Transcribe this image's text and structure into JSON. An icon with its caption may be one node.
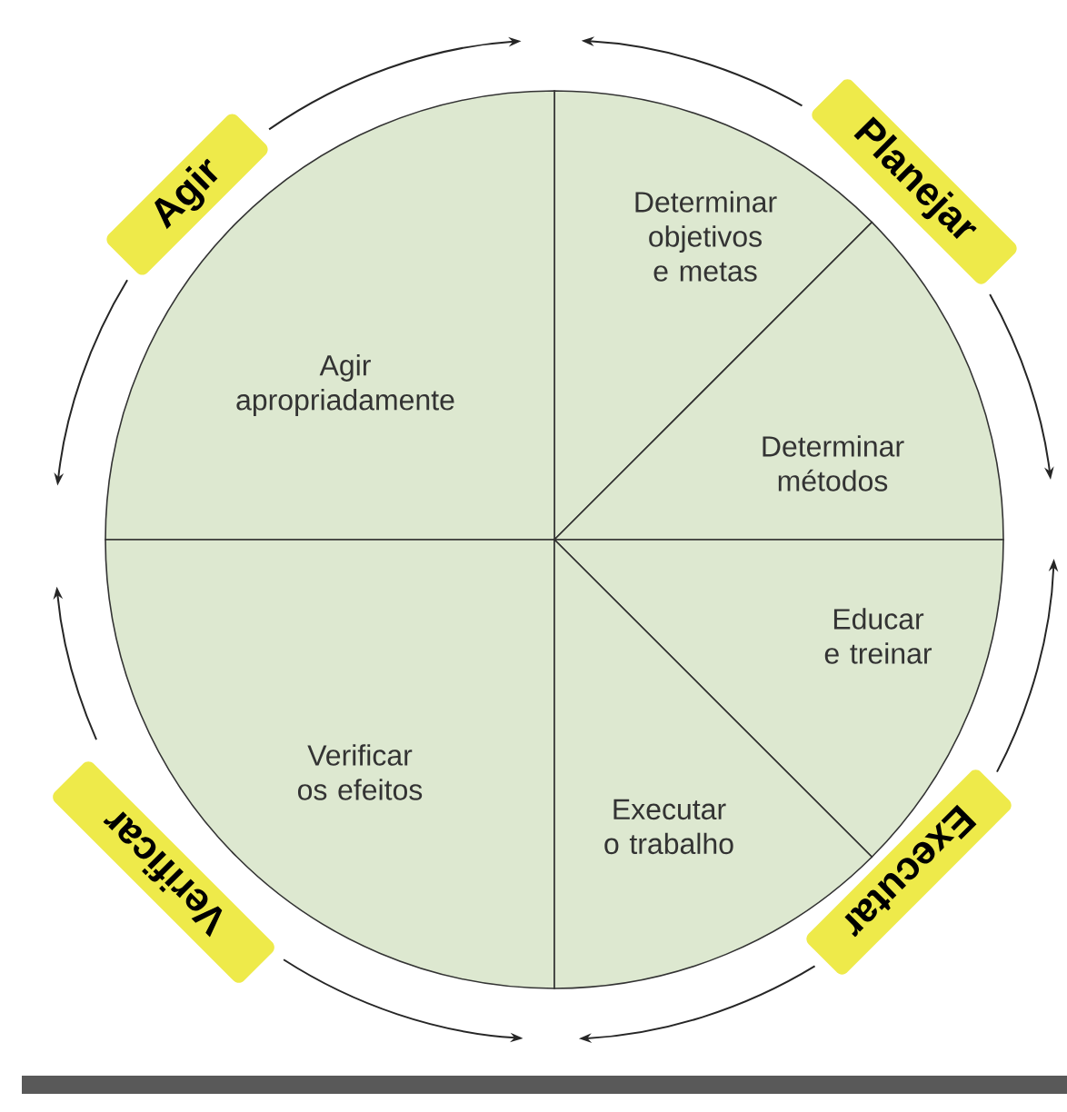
{
  "diagram": {
    "nodes": [
      {
        "text": [
          "Agir"
        ]
      },
      {
        "text": [
          "Planejar"
        ]
      },
      {
        "text": [
          "Determinar objetivos e metas"
        ]
      },
      {
        "text": [
          "Agir apropriadamente"
        ]
      },
      {
        "text": [
          "Determinar métodos"
        ]
      },
      {
        "text": [
          "Educar e treinar"
        ]
      },
      {
        "text": [
          "Verificar os efeitos"
        ]
      },
      {
        "text": [
          "Executar o trabalho"
        ]
      },
      {
        "text": [
          "Verificar"
        ]
      },
      {
        "text": [
          "Executar"
        ]
      }
    ],
    "edges": [
      {
        "from": 0,
        "to": null,
        "arrow": "to"
      },
      {
        "from": 0,
        "to": null,
        "arrow": "to"
      },
      {
        "from": 1,
        "to": null,
        "arrow": "to"
      },
      {
        "from": 1,
        "to": null,
        "arrow": "to"
      },
      {
        "from": 9,
        "to": null,
        "arrow": "to"
      },
      {
        "from": 9,
        "to": null,
        "arrow": "to"
      },
      {
        "from": 8,
        "to": null,
        "arrow": "to"
      },
      {
        "from": 8,
        "to": null,
        "arrow": "to"
      }
    ]
  }
}
